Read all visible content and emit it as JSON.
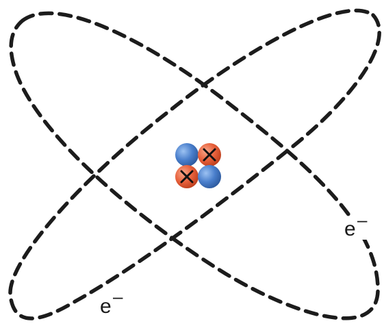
{
  "electron_labels": [
    {
      "text": "e",
      "charge": "–"
    },
    {
      "text": "e",
      "charge": "–"
    }
  ],
  "nucleus": {
    "particles": [
      {
        "kind": "proton",
        "color": "#4a7fcc",
        "marked": false
      },
      {
        "kind": "neutron",
        "color": "#e8613c",
        "marked": true
      },
      {
        "kind": "neutron",
        "color": "#e8613c",
        "marked": true
      },
      {
        "kind": "proton",
        "color": "#4a7fcc",
        "marked": false
      }
    ]
  },
  "colors": {
    "orbit": "#1c1c1c",
    "proton": "#4a7fcc",
    "neutron": "#e8613c"
  }
}
